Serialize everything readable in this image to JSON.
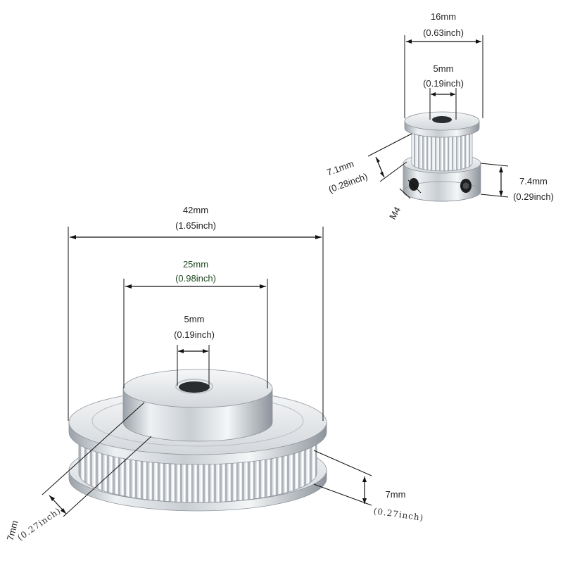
{
  "large_pulley": {
    "outer_diameter": {
      "mm": "42mm",
      "inch": "(1.65inch)"
    },
    "hub_diameter": {
      "mm": "25mm",
      "inch": "(0.98inch)"
    },
    "bore_diameter": {
      "mm": "5mm",
      "inch": "(0.19inch)"
    },
    "hub_height": {
      "mm": "7mm",
      "inch": "(0.27inch)"
    },
    "tooth_width": {
      "mm": "7mm",
      "inch": "(0.27inch)"
    }
  },
  "small_pulley": {
    "outer_diameter": {
      "mm": "16mm",
      "inch": "(0.63inch)"
    },
    "bore_diameter": {
      "mm": "5mm",
      "inch": "(0.19inch)"
    },
    "tooth_height": {
      "mm": "7.1mm",
      "inch": "(0.28inch)"
    },
    "hub_height": {
      "mm": "7.4mm",
      "inch": "(0.29inch)"
    },
    "set_screw": "M4"
  },
  "colors": {
    "metal_light": "#e9ecef",
    "metal_mid": "#c9ced3",
    "metal_dark": "#8d949b",
    "accent_label": "#1f4a1f"
  }
}
